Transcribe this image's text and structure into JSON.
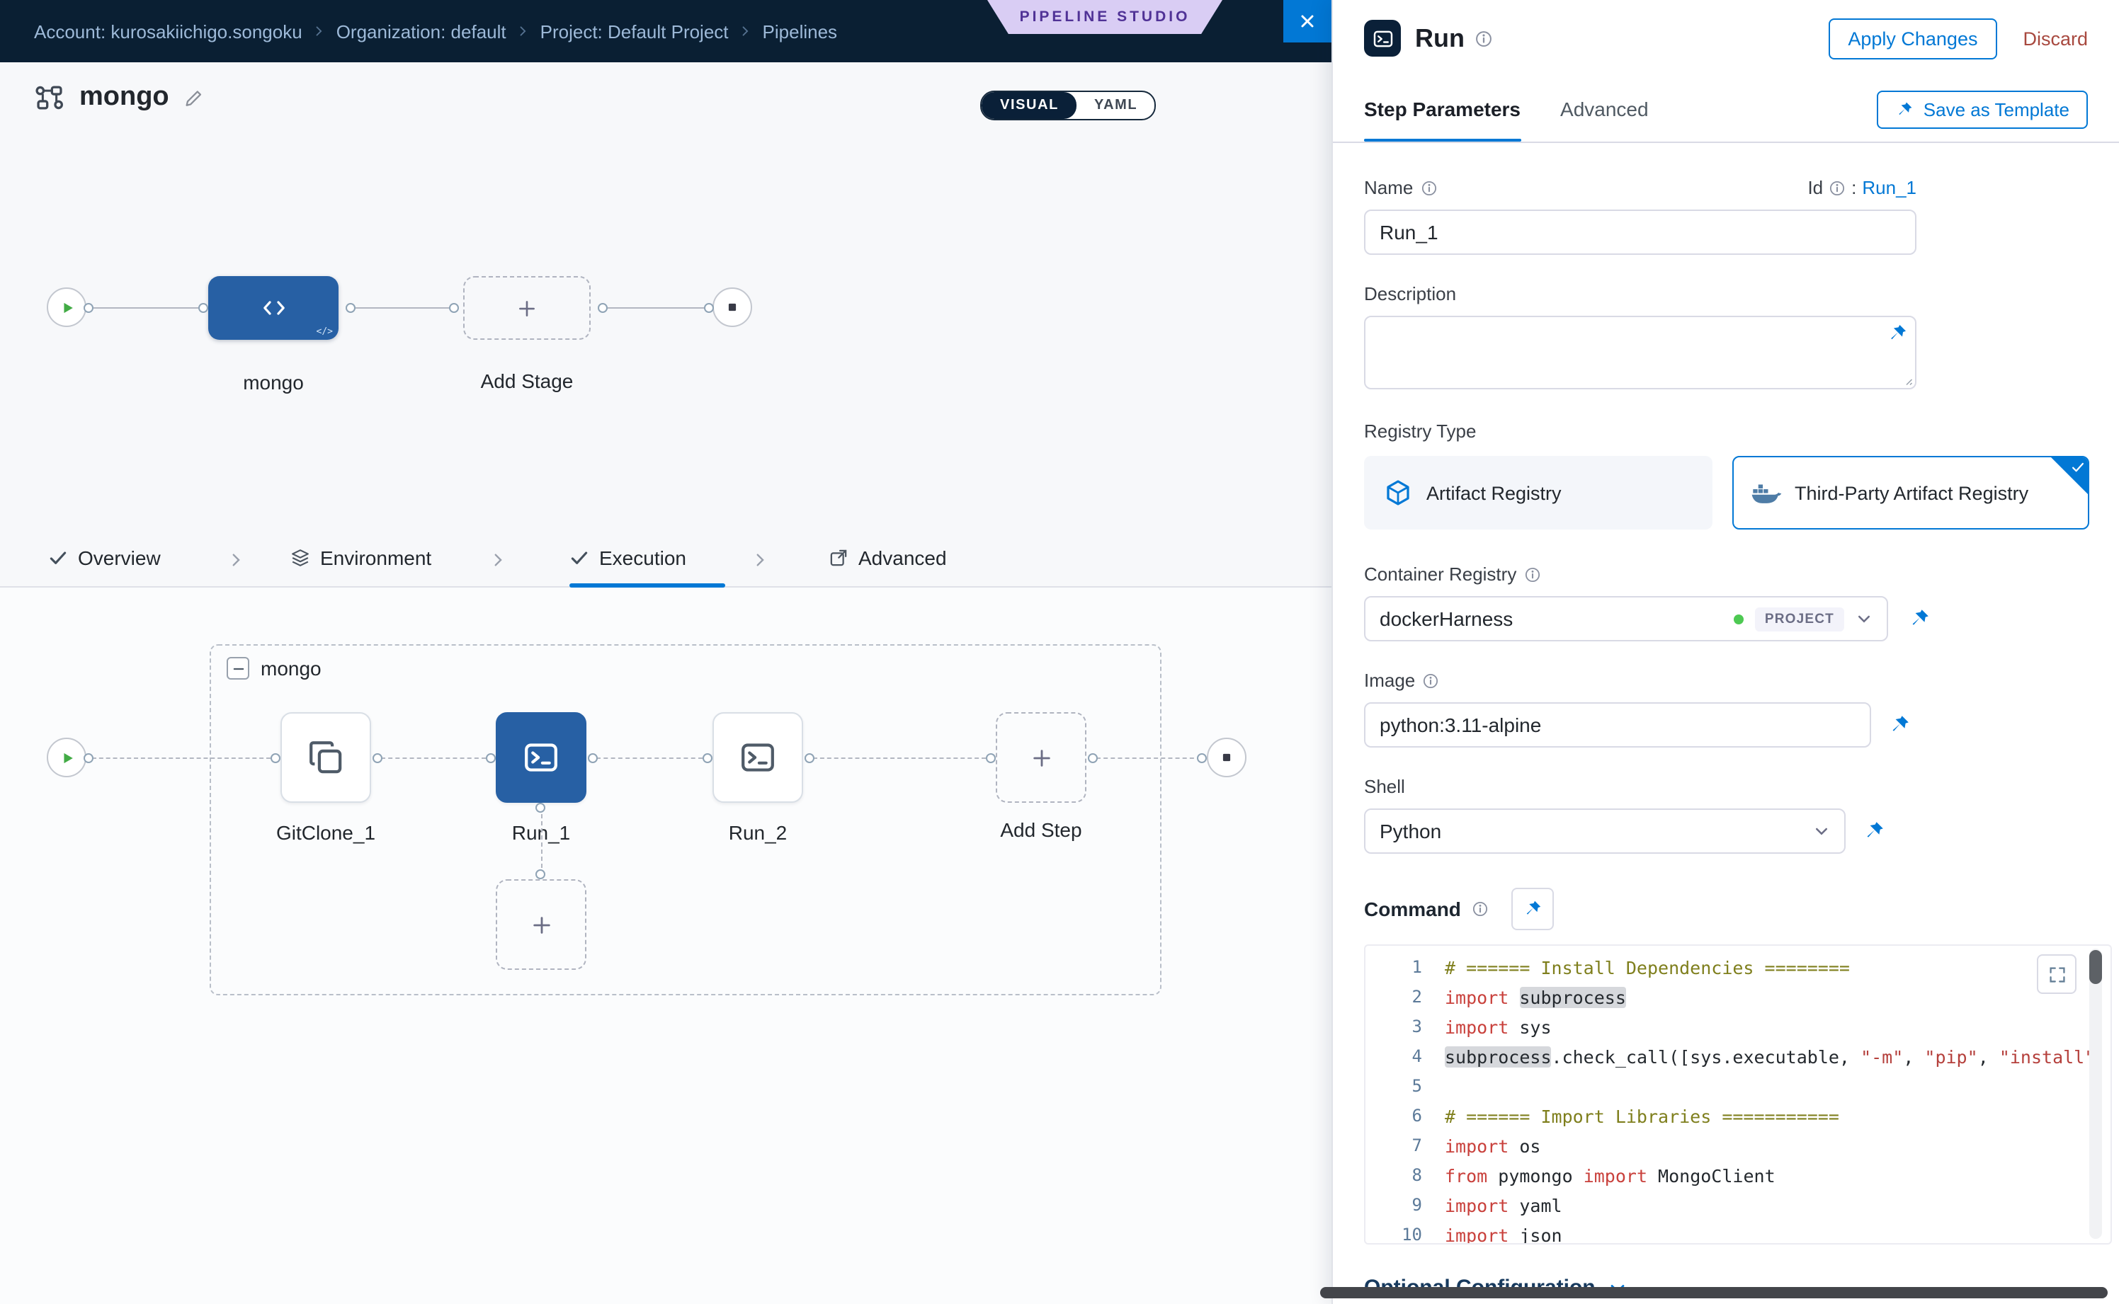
{
  "colors": {
    "accent": "#0278d5",
    "topbar-bg": "#0a1f33",
    "node-blue": "#2760a4",
    "play-green": "#42ab45",
    "discard-red": "#a8493f",
    "studio-badge-bg": "#d9cdf4",
    "studio-badge-text": "#503296",
    "text-dark": "#22272d",
    "border": "#d9dae5"
  },
  "topbar": {
    "breadcrumbs": [
      "Account: kurosakiichigo.songoku",
      "Organization: default",
      "Project: Default Project",
      "Pipelines"
    ],
    "studio_badge": "PIPELINE STUDIO"
  },
  "pipeline_header": {
    "title": "mongo",
    "visual": "VISUAL",
    "yaml": "YAML"
  },
  "stage_graph": {
    "stage_label": "mongo",
    "stage_badge": "</>",
    "add_stage": "Add Stage"
  },
  "stage_tabs": {
    "overview": "Overview",
    "environment": "Environment",
    "execution": "Execution",
    "advanced": "Advanced"
  },
  "execution_graph": {
    "group_label": "mongo",
    "steps": [
      "GitClone_1",
      "Run_1",
      "Run_2"
    ],
    "add_step": "Add Step"
  },
  "panel": {
    "title": "Run",
    "apply": "Apply Changes",
    "discard": "Discard",
    "tab_step_parameters": "Step Parameters",
    "tab_advanced": "Advanced",
    "save_as_template": "Save as Template",
    "name_label": "Name",
    "name_value": "Run_1",
    "id_label": "Id",
    "id_colon": ":",
    "id_value": "Run_1",
    "description_label": "Description",
    "registry_type_label": "Registry Type",
    "artifact_registry_label": "Artifact Registry",
    "third_party_label": "Third-Party Artifact Registry",
    "container_registry_label": "Container Registry",
    "container_registry_value": "dockerHarness",
    "container_registry_scope": "PROJECT",
    "image_label": "Image",
    "image_value": "python:3.11-alpine",
    "shell_label": "Shell",
    "shell_value": "Python",
    "command_label": "Command",
    "optional_configuration": "Optional Configuration"
  },
  "code": {
    "lines": [
      {
        "num": "1",
        "tokens": [
          {
            "c": "cm",
            "t": "# ====== Install Dependencies ========"
          }
        ]
      },
      {
        "num": "2",
        "tokens": [
          {
            "c": "kw",
            "t": "import"
          },
          {
            "c": "pl",
            "t": " "
          },
          {
            "c": "sel",
            "t": "subprocess"
          }
        ]
      },
      {
        "num": "3",
        "tokens": [
          {
            "c": "kw",
            "t": "import"
          },
          {
            "c": "pl",
            "t": " sys"
          }
        ]
      },
      {
        "num": "4",
        "tokens": [
          {
            "c": "sel",
            "t": "subprocess"
          },
          {
            "c": "pl",
            "t": ".check_call(["
          },
          {
            "c": "pl",
            "t": "sys.executable, "
          },
          {
            "c": "str",
            "t": "\"-m\""
          },
          {
            "c": "pl",
            "t": ", "
          },
          {
            "c": "str",
            "t": "\"pip\""
          },
          {
            "c": "pl",
            "t": ", "
          },
          {
            "c": "str",
            "t": "\"install\""
          },
          {
            "c": "pl",
            "t": ","
          }
        ]
      },
      {
        "num": "5",
        "tokens": []
      },
      {
        "num": "6",
        "tokens": [
          {
            "c": "cm",
            "t": "# ====== Import Libraries ==========="
          }
        ]
      },
      {
        "num": "7",
        "tokens": [
          {
            "c": "kw",
            "t": "import"
          },
          {
            "c": "pl",
            "t": " os"
          }
        ]
      },
      {
        "num": "8",
        "tokens": [
          {
            "c": "kw",
            "t": "from"
          },
          {
            "c": "pl",
            "t": " pymongo "
          },
          {
            "c": "kw",
            "t": "import"
          },
          {
            "c": "pl",
            "t": " MongoClient"
          }
        ]
      },
      {
        "num": "9",
        "tokens": [
          {
            "c": "kw",
            "t": "import"
          },
          {
            "c": "pl",
            "t": " yaml"
          }
        ]
      },
      {
        "num": "10",
        "tokens": [
          {
            "c": "kw",
            "t": "import"
          },
          {
            "c": "pl",
            "t": " json"
          }
        ]
      }
    ]
  }
}
